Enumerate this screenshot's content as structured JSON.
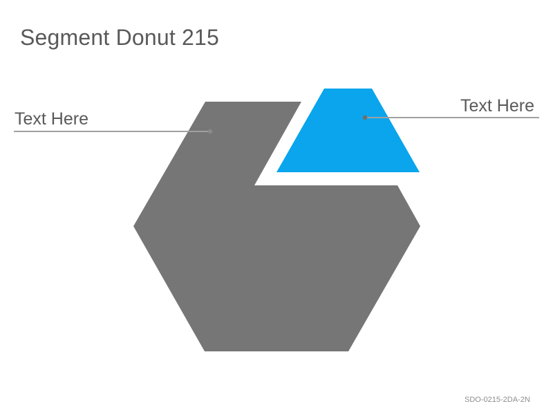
{
  "title": "Segment Donut 215",
  "callouts": {
    "left": "Text Here",
    "right": "Text Here"
  },
  "footer_code": "SDO-0215-2DA-2N",
  "colors": {
    "segment_main": "#767676",
    "segment_accent": "#0aa5ec",
    "leader_line": "#a0a0a0",
    "text": "#595959"
  }
}
